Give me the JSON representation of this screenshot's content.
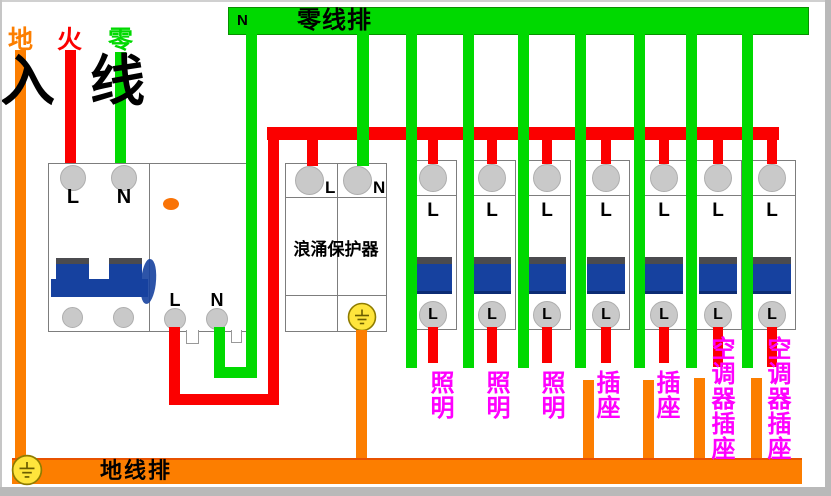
{
  "colors": {
    "green": "#00d900",
    "red": "#fb0000",
    "orange": "#fc7e00",
    "magenta": "#ff00ff",
    "blue": "#16419f",
    "toggle_cap": "#4b4b4f",
    "terminal": "#c9c9c9",
    "terminal_border": "#aeaeae",
    "yellow": "#ffe53c",
    "box_border": "#7d7d7d",
    "frame": "#b9b9b9"
  },
  "incoming": {
    "earth_label": "地",
    "live_label": "火",
    "neutral_label": "零",
    "incoming_char_1": "入",
    "incoming_char_2": "线"
  },
  "neutral_bus": {
    "terminal_label": "N",
    "title": "零线排"
  },
  "ground_bus": {
    "title": "地线排"
  },
  "main_breaker": {
    "input_l_label": "L",
    "input_n_label": "N",
    "output_l_label": "L",
    "output_n_label": "N"
  },
  "surge_protector": {
    "l_label": "L",
    "n_label": "N",
    "title": "浪涌保护器"
  },
  "branch_breakers": [
    {
      "input_label": "L",
      "output_label": "L",
      "circuit_label": "照明"
    },
    {
      "input_label": "L",
      "output_label": "L",
      "circuit_label": "照明"
    },
    {
      "input_label": "L",
      "output_label": "L",
      "circuit_label": "照明"
    },
    {
      "input_label": "L",
      "output_label": "L",
      "circuit_label": "插座"
    },
    {
      "input_label": "L",
      "output_label": "L",
      "circuit_label": "插座"
    },
    {
      "input_label": "L",
      "output_label": "L",
      "circuit_label": "空调器插座"
    },
    {
      "input_label": "L",
      "output_label": "L",
      "circuit_label": "空调器插座"
    }
  ]
}
